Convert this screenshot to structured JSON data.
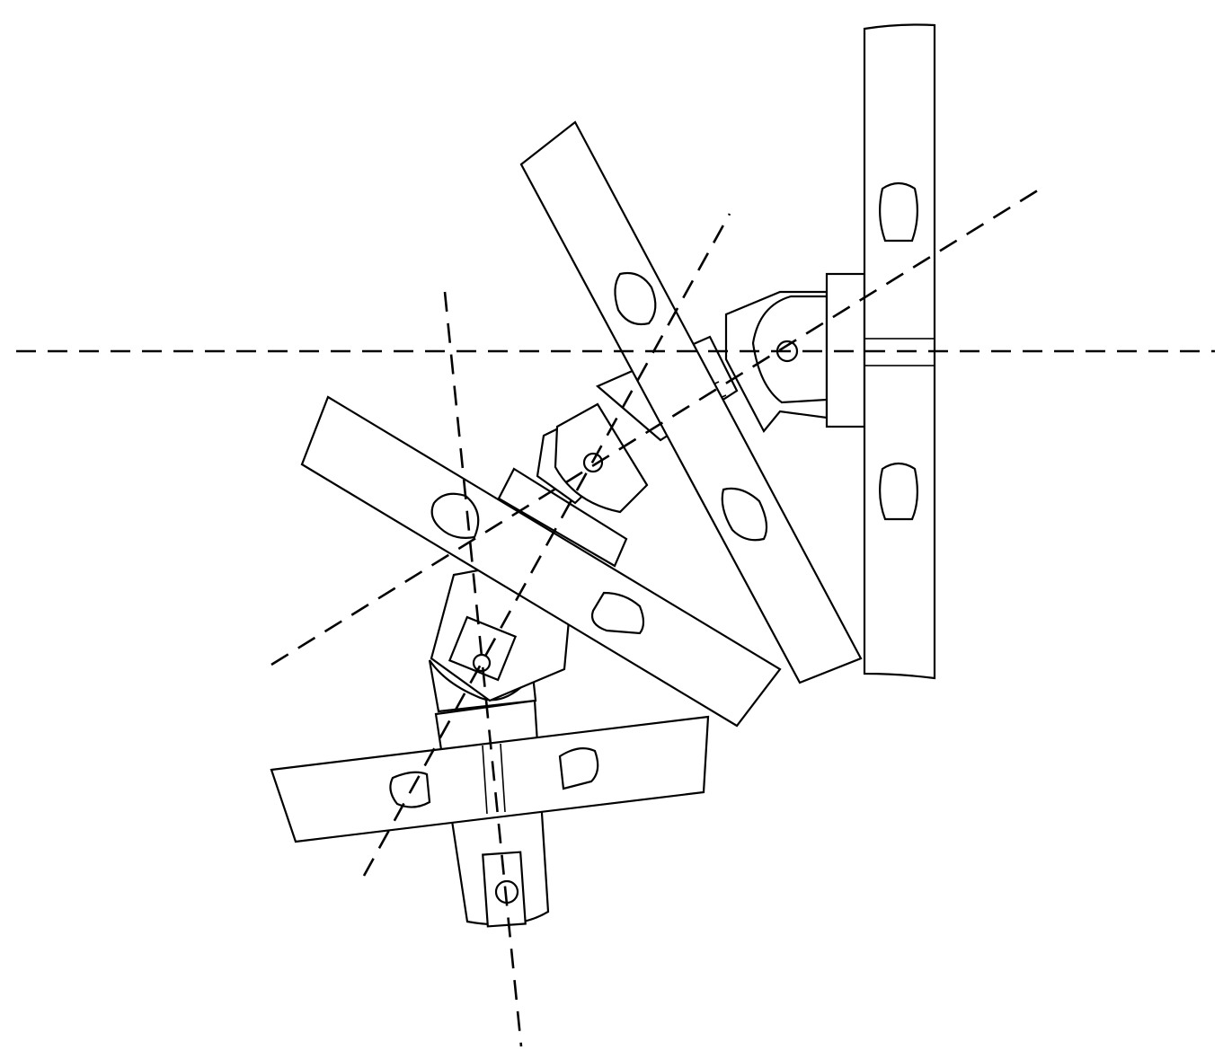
{
  "diagram": {
    "kind": "line drawing of an articulated chain of flat links joined by hinge pins",
    "line_color": "#000000",
    "background": "#ffffff",
    "links": [
      {
        "id": "link-1",
        "slots": 2
      },
      {
        "id": "link-2",
        "slots": 2
      },
      {
        "id": "link-3",
        "slots": 2
      },
      {
        "id": "link-4",
        "slots": 2
      }
    ],
    "joints": 4,
    "centerlines": 4
  }
}
